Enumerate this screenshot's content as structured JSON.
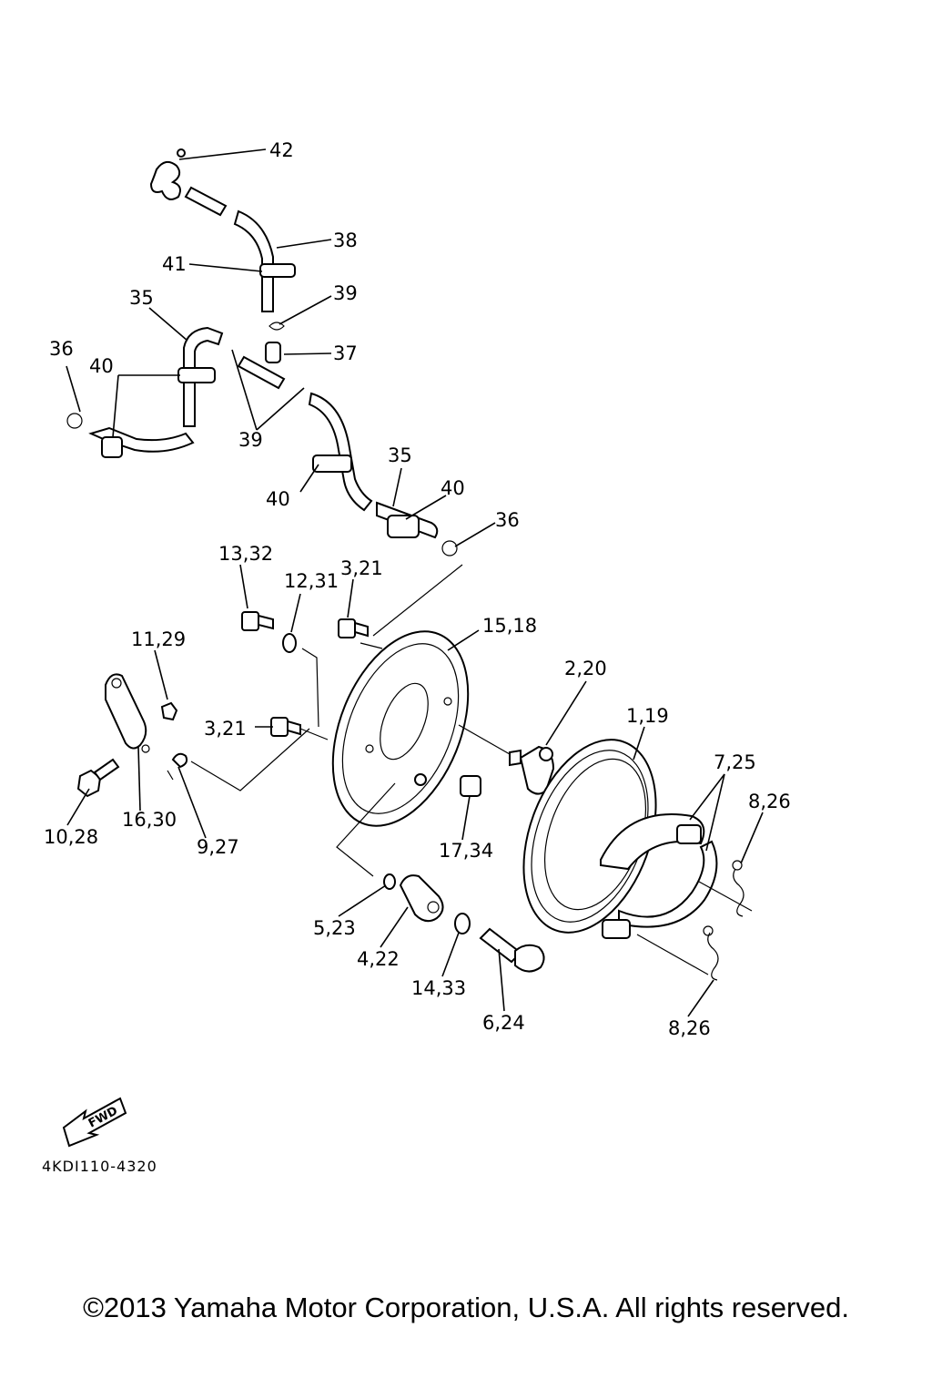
{
  "diagram": {
    "code": "4KDI110-4320",
    "fwd_badge": "FWD"
  },
  "callouts": [
    "42",
    "38",
    "41",
    "39",
    "35",
    "37",
    "36",
    "40",
    "39",
    "35",
    "40",
    "40",
    "36",
    "13,32",
    "12,31",
    "3,21",
    "15,18",
    "11,29",
    "2,20",
    "3,21",
    "1,19",
    "7,25",
    "8,26",
    "16,30",
    "10,28",
    "9,27",
    "17,34",
    "5,23",
    "4,22",
    "14,33",
    "6,24",
    "8,26"
  ],
  "footer": {
    "copyright": "©2013 Yamaha Motor Corporation, U.S.A. All rights reserved."
  }
}
